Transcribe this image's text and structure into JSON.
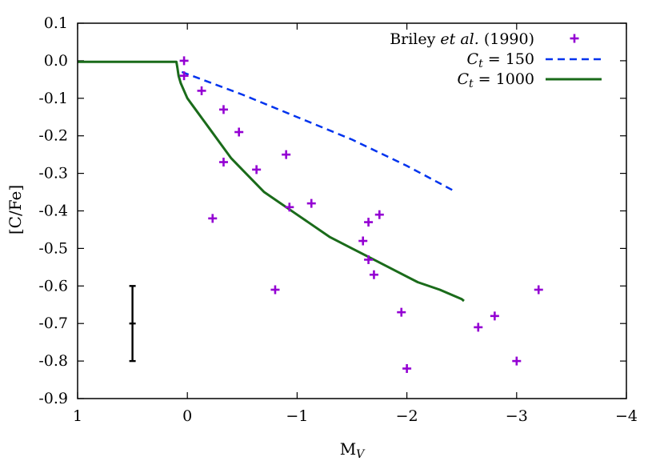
{
  "chart_data": {
    "type": "scatter",
    "title": "",
    "xlabel": "M",
    "xlabel_sub": "V",
    "ylabel": "[C/Fe]",
    "xlim": [
      1,
      -4
    ],
    "ylim": [
      -0.9,
      0.1
    ],
    "xticks": [
      1,
      0,
      -1,
      -2,
      -3,
      -4
    ],
    "xtick_labels": [
      "1",
      "0",
      "−1",
      "−2",
      "−3",
      "−4"
    ],
    "yticks": [
      0.1,
      0.0,
      -0.1,
      -0.2,
      -0.3,
      -0.4,
      -0.5,
      -0.6,
      -0.7,
      -0.8,
      -0.9
    ],
    "ytick_labels": [
      "0.1",
      "0.0",
      "-0.1",
      "-0.2",
      "-0.3",
      "-0.4",
      "-0.5",
      "-0.6",
      "-0.7",
      "-0.8",
      "-0.9"
    ],
    "grid": false,
    "legend_position": "top-right",
    "colors": {
      "briley": "#9400d3",
      "ct150": "#0033ee",
      "ct1000": "#1a6b1a"
    },
    "series": [
      {
        "name": "Briley et al. (1990)",
        "name_parts": [
          "Briley ",
          "et al.",
          " (1990)"
        ],
        "type": "scatter",
        "marker": "plus",
        "x": [
          0.03,
          0.03,
          -0.13,
          -0.33,
          -0.47,
          -0.33,
          -0.23,
          -0.63,
          -0.8,
          -0.9,
          -0.93,
          -1.13,
          -1.6,
          -1.65,
          -1.75,
          -1.65,
          -1.7,
          -1.95,
          -2.0,
          -2.65,
          -2.8,
          -3.0,
          -3.2
        ],
        "y": [
          0.0,
          -0.04,
          -0.08,
          -0.13,
          -0.19,
          -0.27,
          -0.42,
          -0.29,
          -0.61,
          -0.25,
          -0.39,
          -0.38,
          -0.48,
          -0.43,
          -0.41,
          -0.53,
          -0.57,
          -0.67,
          -0.82,
          -0.71,
          -0.68,
          -0.8,
          -0.61
        ]
      },
      {
        "name": "C_t = 150",
        "label_main": "C",
        "label_sub": "t",
        "label_rest": " = 150",
        "type": "line",
        "dash": true,
        "x": [
          0.05,
          -0.5,
          -1.0,
          -1.5,
          -2.0,
          -2.45
        ],
        "y": [
          -0.03,
          -0.09,
          -0.15,
          -0.21,
          -0.28,
          -0.35
        ]
      },
      {
        "name": "C_t = 1000",
        "label_main": "C",
        "label_sub": "t",
        "label_rest": " = 1000",
        "type": "line",
        "dash": false,
        "x": [
          1.0,
          0.1,
          0.09,
          0.08,
          0.06,
          0.03,
          0.0,
          -0.05,
          -0.1,
          -0.2,
          -0.3,
          -0.4,
          -0.5,
          -0.7,
          -0.9,
          -1.1,
          -1.3,
          -1.5,
          -1.7,
          -1.9,
          -2.1,
          -2.3,
          -2.5,
          -2.52
        ],
        "y": [
          -0.003,
          -0.003,
          -0.02,
          -0.04,
          -0.06,
          -0.08,
          -0.1,
          -0.12,
          -0.14,
          -0.18,
          -0.22,
          -0.26,
          -0.29,
          -0.35,
          -0.39,
          -0.43,
          -0.47,
          -0.5,
          -0.53,
          -0.56,
          -0.59,
          -0.61,
          -0.635,
          -0.64
        ]
      }
    ],
    "error_bar": {
      "x": 0.5,
      "y": -0.7,
      "low": -0.8,
      "high": -0.6
    }
  }
}
